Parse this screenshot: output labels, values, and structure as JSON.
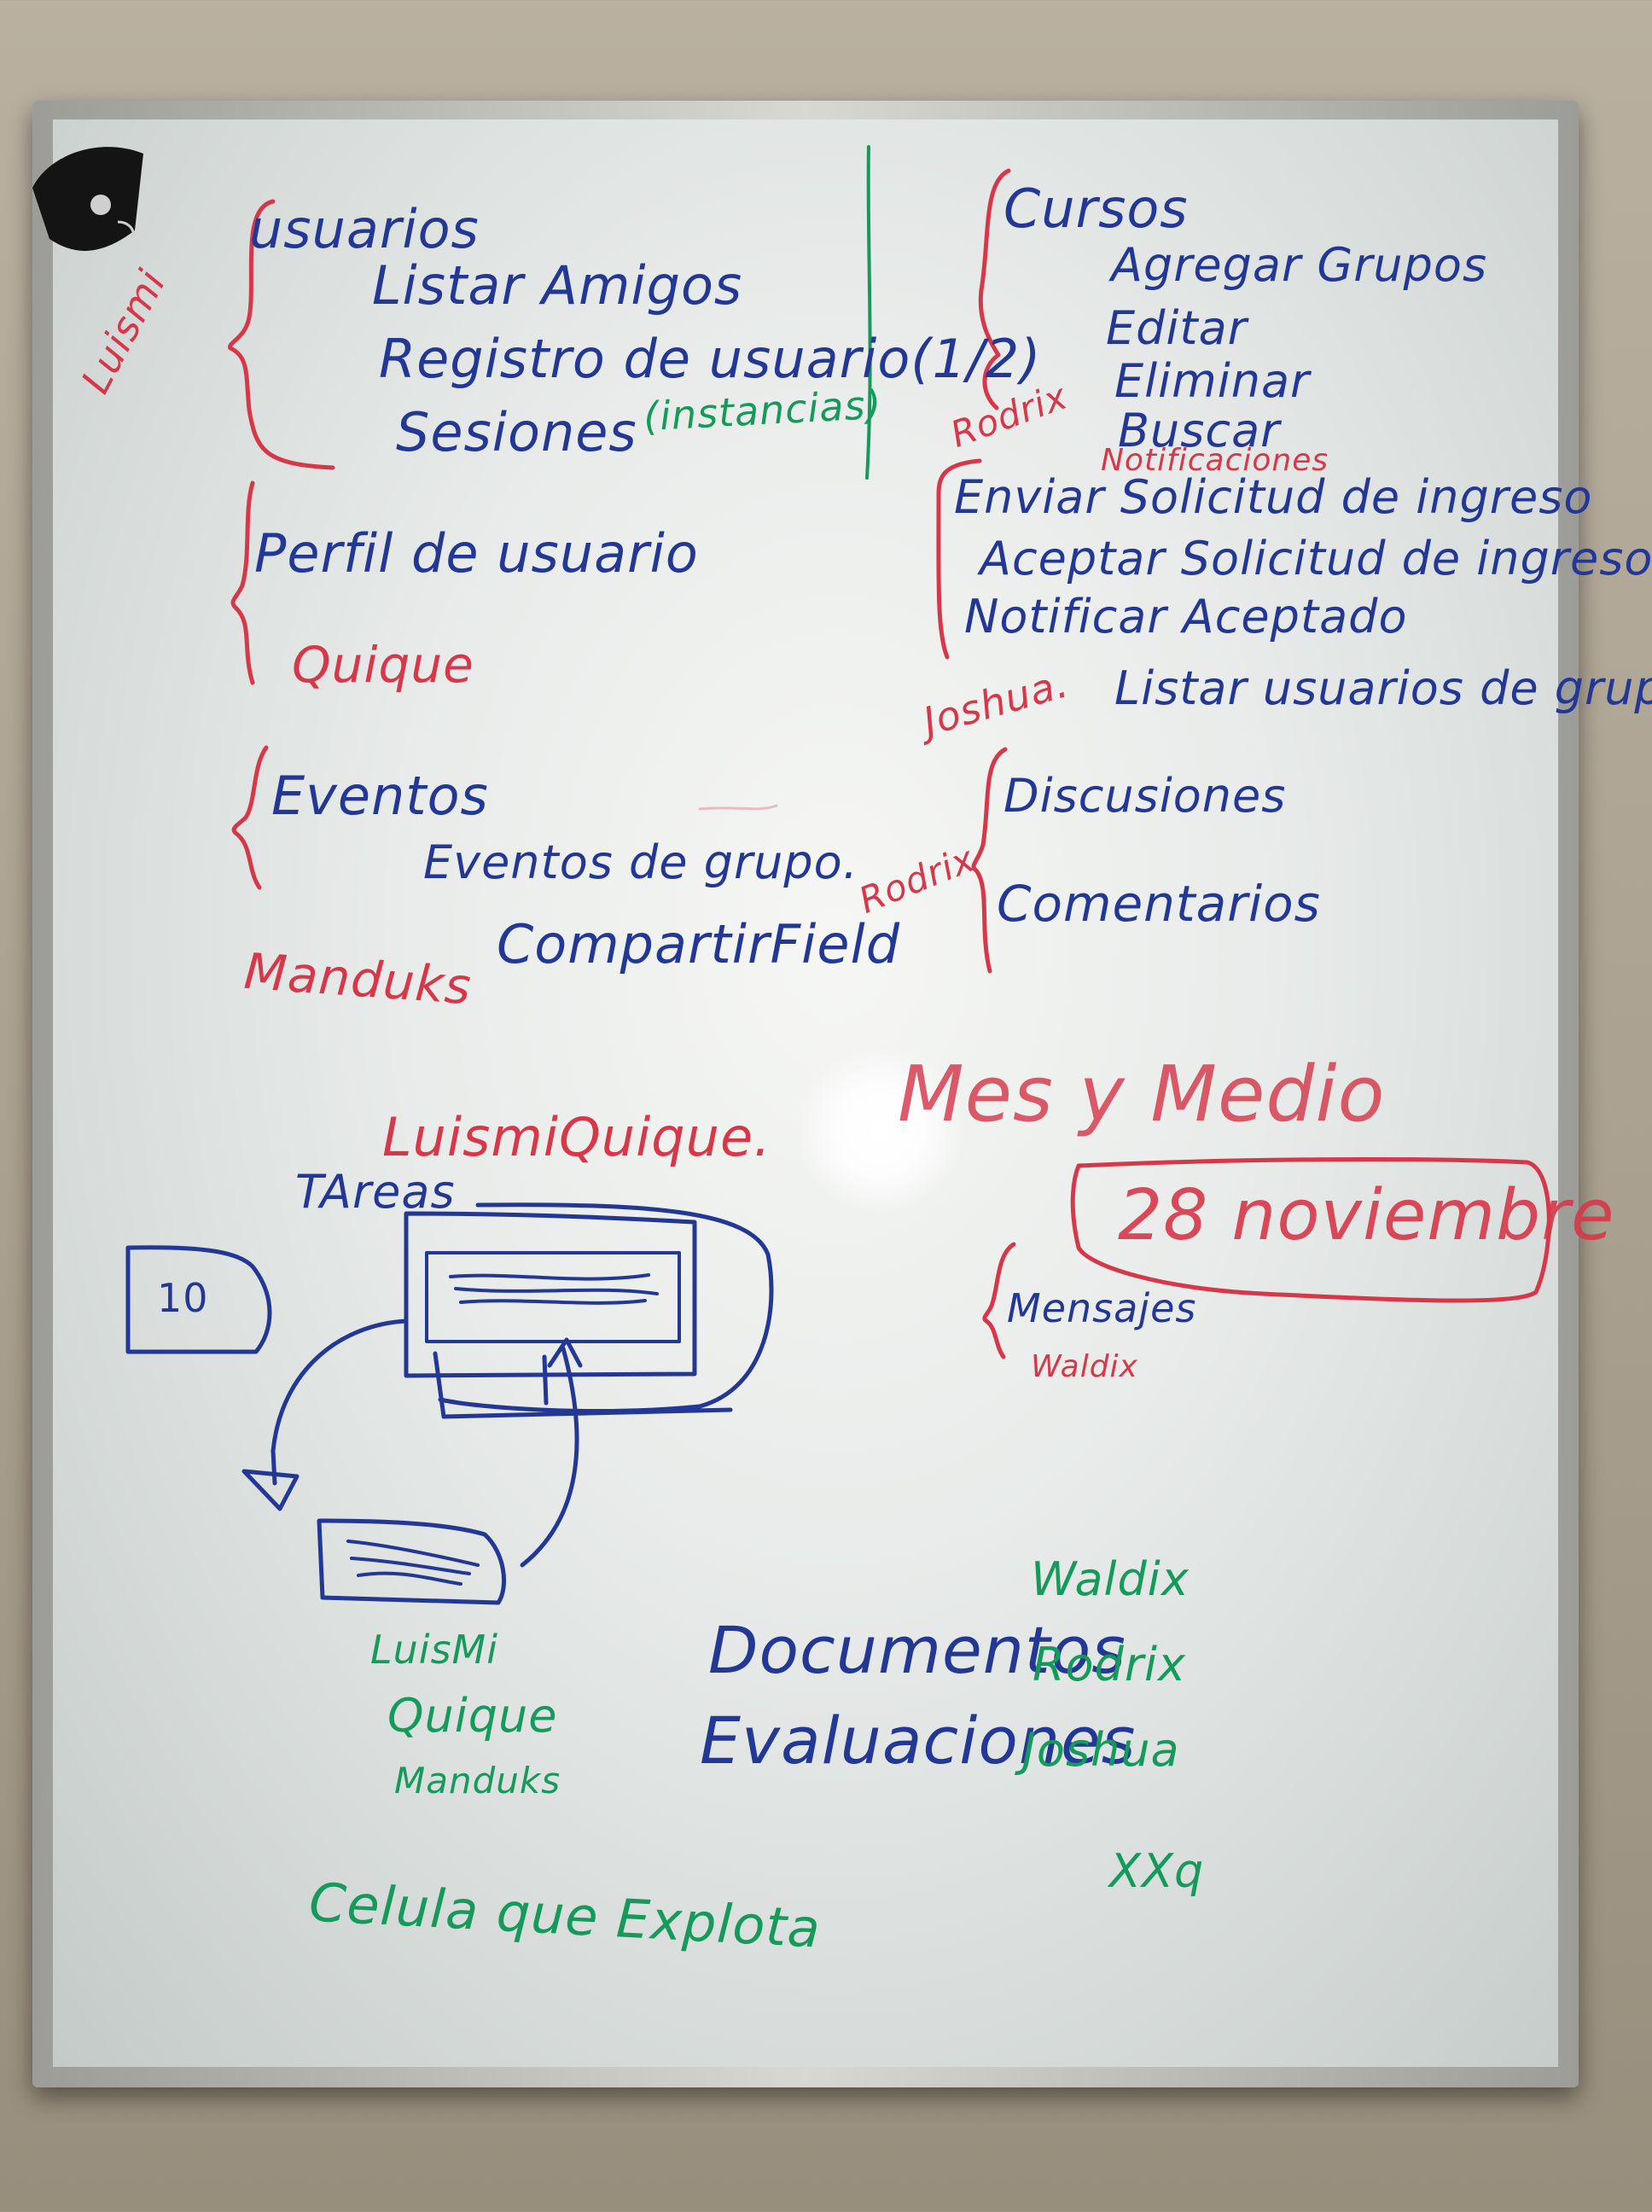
{
  "colors": {
    "blue_marker": "#233894",
    "red_marker": "#d6384a",
    "green_marker": "#169a5c"
  },
  "icons": {
    "magnet": "magnet-icon"
  },
  "left": {
    "usuarios": {
      "title": "usuarios",
      "items": [
        "Listar Amigos",
        "Registro de usuario(1/2)",
        "Sesiones"
      ],
      "note": "(instancias)",
      "owner": "Luismi"
    },
    "perfil": {
      "title": "Perfil de usuario",
      "owner": "Quique"
    },
    "eventos": {
      "title": "Eventos",
      "sub": "Eventos de grupo.",
      "owner": "Manduks",
      "extra": "CompartirField"
    }
  },
  "right": {
    "cursos": {
      "title": "Cursos",
      "items": [
        "Agregar Grupos",
        "Editar",
        "Eliminar",
        "Buscar"
      ],
      "owner": "Rodrix"
    },
    "notificaciones": {
      "label": "Notificaciones",
      "items": [
        "Enviar Solicitud de ingreso",
        "Aceptar Solicitud de ingreso",
        "Notificar Aceptado"
      ]
    },
    "grupo": {
      "owner": "Joshua.",
      "item": "Listar usuarios de grupo"
    },
    "discusiones": {
      "owner": "Rodrix",
      "items": [
        "Discusiones",
        "Comentarios"
      ]
    }
  },
  "middle": {
    "owners": "LuismiQuique.",
    "deadline_title": "Mes y Medio",
    "deadline_date": "28 noviembre",
    "mensajes": {
      "title": "Mensajes",
      "owner": "Waldix"
    }
  },
  "diagram": {
    "label": "TAreas",
    "number": "10"
  },
  "bottom": {
    "team": [
      "LuisMi",
      "Quique",
      "Manduks"
    ],
    "docs": [
      "Documentos",
      "Evaluaciones"
    ],
    "docs_owners": [
      "Waldix",
      "Rodrix",
      "Joshua"
    ],
    "code": "XXq",
    "footer": "Celula que Explota"
  }
}
